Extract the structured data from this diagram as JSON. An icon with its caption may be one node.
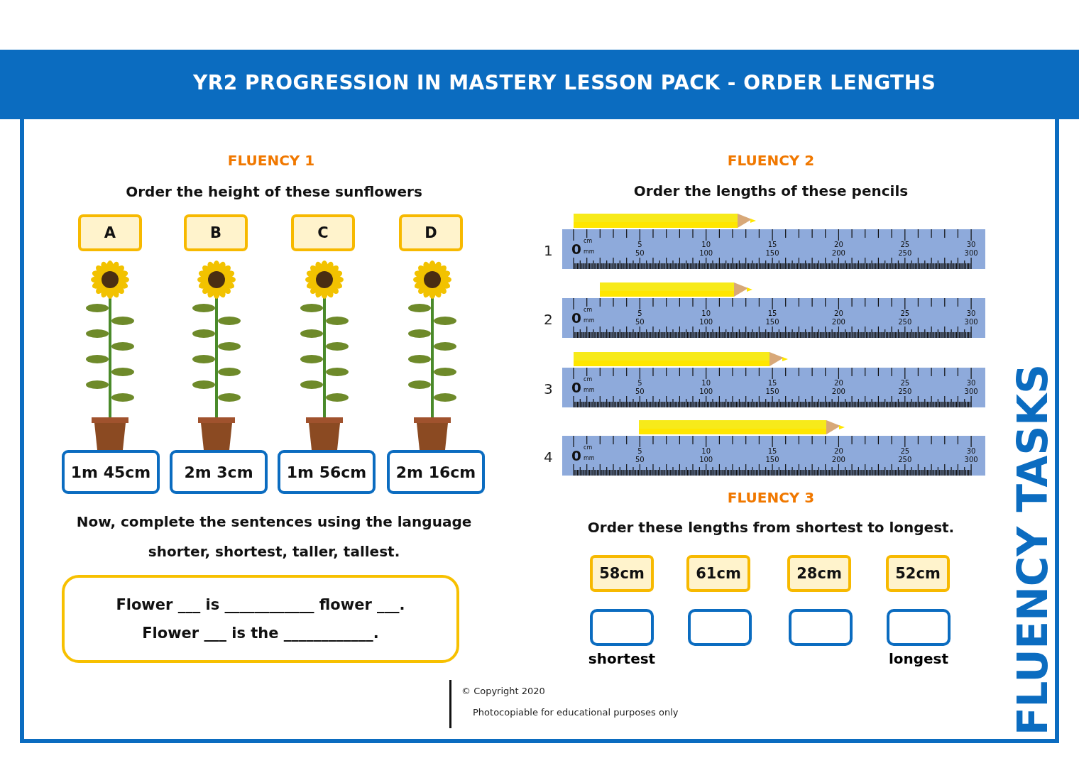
{
  "diagram": {
    "title": "YR2 PROGRESSION IN MASTERY LESSON PACK - ORDER LENGTHS",
    "nodes": [
      {
        "text": [
          "A"
        ]
      },
      {
        "text": [
          "B"
        ]
      },
      {
        "text": [
          "C"
        ]
      },
      {
        "text": [
          "D"
        ]
      },
      {
        "text": [
          "1m 45cm"
        ]
      },
      {
        "text": [
          "2m 3cm"
        ]
      },
      {
        "text": [
          "1m 56cm"
        ]
      },
      {
        "text": [
          "2m 16cm"
        ]
      },
      {
        "text": [
          "Flower ___ is ____________ flower ___.",
          "Flower ___ is the ____________."
        ]
      },
      {
        "text": [
          "58cm"
        ]
      },
      {
        "text": [
          "61cm"
        ]
      },
      {
        "text": [
          "28cm"
        ]
      },
      {
        "text": [
          "52cm"
        ]
      },
      {
        "text": [],
        "shape": "box",
        "beside": [
          "shortest"
        ]
      },
      {
        "text": [],
        "shape": "box"
      },
      {
        "text": [],
        "shape": "box"
      },
      {
        "text": [],
        "shape": "box",
        "beside": [
          "longest"
        ]
      }
    ],
    "edges": [],
    "labels": [
      "FLUENCY 1",
      "Order the height of these sunflowers",
      "Now, complete the sentences using the language",
      "shorter, shortest, taller, tallest.",
      "FLUENCY 2",
      "Order the lengths of these pencils",
      "1",
      "0",
      "cm",
      "mm",
      "5",
      "50",
      "10",
      "100",
      "15",
      "150",
      "20",
      "200",
      "25",
      "250",
      "30",
      "300",
      "2",
      "0",
      "cm",
      "mm",
      "5",
      "50",
      "10",
      "100",
      "15",
      "150",
      "20",
      "200",
      "25",
      "250",
      "30",
      "300",
      "3",
      "0",
      "cm",
      "mm",
      "5",
      "50",
      "10",
      "100",
      "15",
      "150",
      "20",
      "200",
      "25",
      "250",
      "30",
      "300",
      "4",
      "0",
      "cm",
      "mm",
      "5",
      "50",
      "10",
      "100",
      "15",
      "150",
      "20",
      "200",
      "25",
      "250",
      "30",
      "300",
      "FLUENCY 3",
      "Order these lengths from shortest to longest.",
      "© Copyright 2020",
      "Photocopiable for educational purposes only",
      "FLUENCY TASKS"
    ]
  }
}
